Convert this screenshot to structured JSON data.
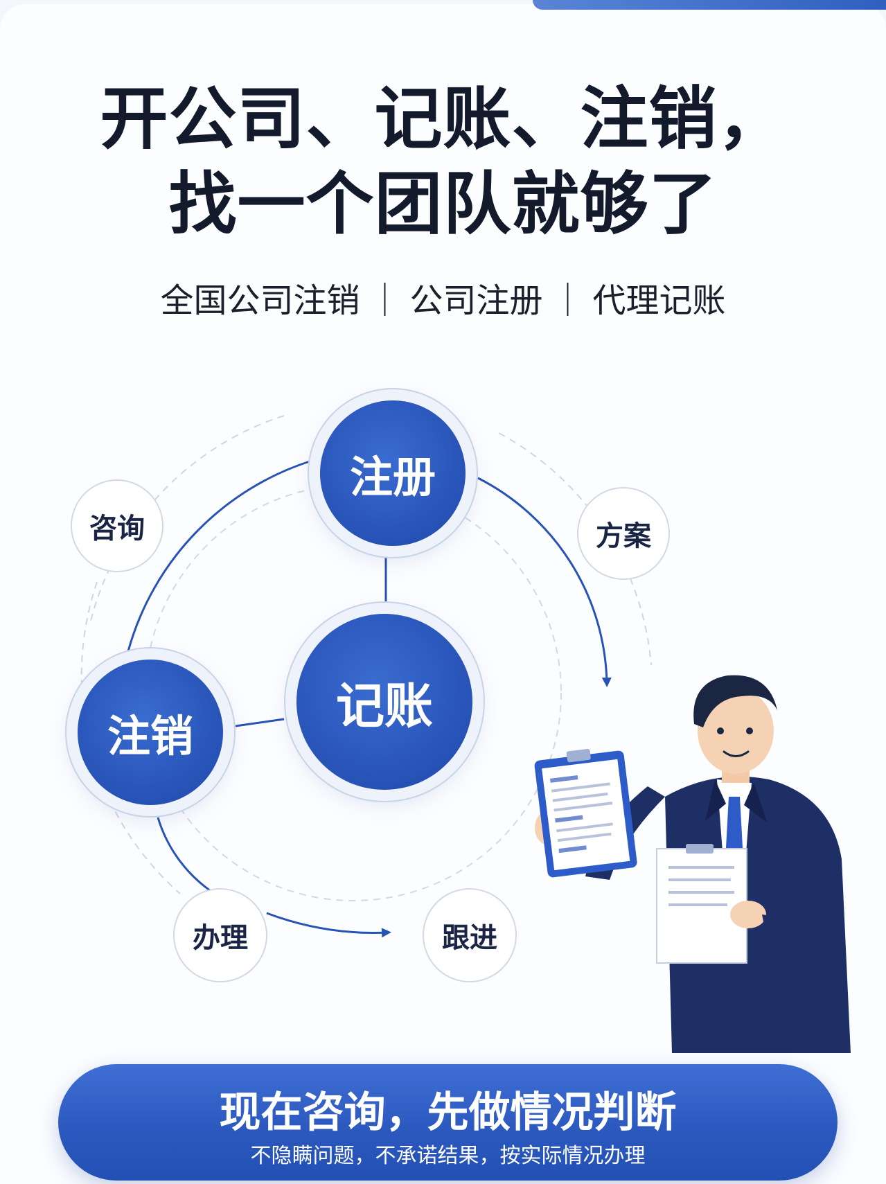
{
  "headline": {
    "line1": "开公司、记账、注销，",
    "line2": "找一个团队就够了"
  },
  "subtitle": {
    "items": [
      "全国公司注销",
      "公司注册",
      "代理记账"
    ],
    "separator": "｜"
  },
  "diagram": {
    "main_nodes": {
      "register": "注册",
      "bookkeeping": "记账",
      "deregister": "注销"
    },
    "steps": {
      "consult": "咨询",
      "plan": "方案",
      "handle": "办理",
      "follow_up": "跟进"
    }
  },
  "cta": {
    "title": "现在咨询，先做情况判断",
    "subtitle": "不隐瞒问题，不承诺结果，按实际情况办理"
  },
  "colors": {
    "primary_blue": "#2c59bf",
    "navy_text": "#121a2c",
    "suit_navy": "#1e2f66"
  }
}
